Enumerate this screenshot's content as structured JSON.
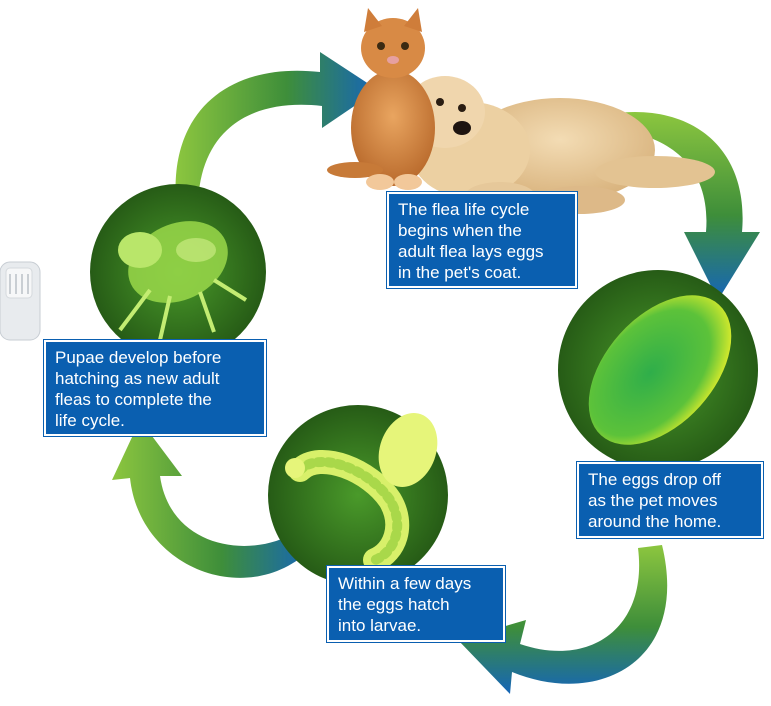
{
  "captions": {
    "adult": "The flea life cycle\nbegins when the\nadult flea lays eggs\nin the pet's coat.",
    "eggs": "The eggs drop off\nas the pet moves\naround the home.",
    "larvae": "Within a few days\nthe eggs hatch\ninto larvae.",
    "pupae": "Pupae develop before\nhatching as new adult\nfleas to complete the\nlife cycle."
  },
  "colors": {
    "caption_bg": "#0a5fb0",
    "arrow_blue": "#1565b8",
    "arrow_green": "#6fb52c",
    "circle_green": "#2f6e1c"
  }
}
